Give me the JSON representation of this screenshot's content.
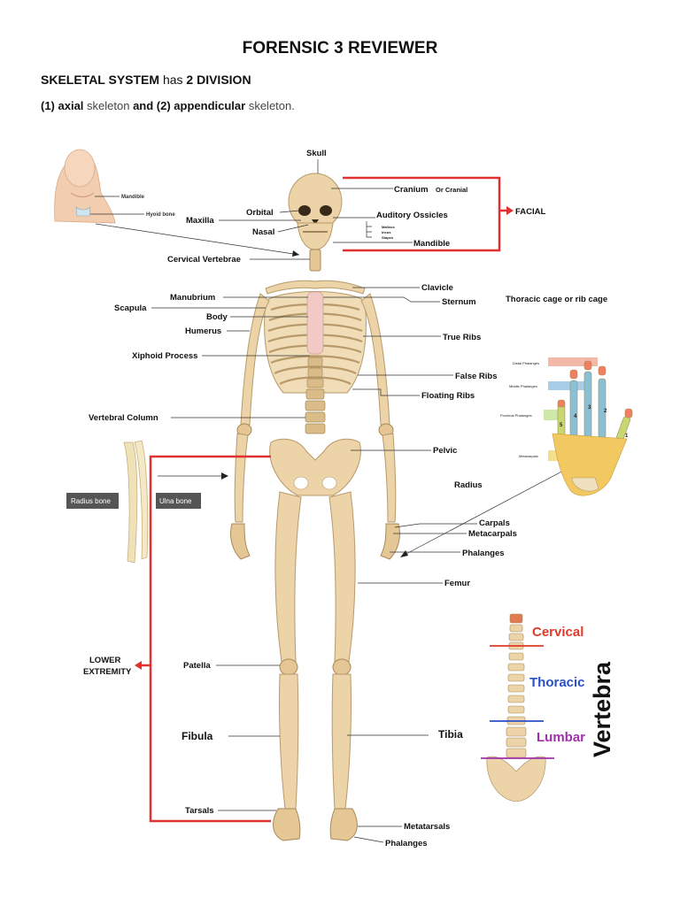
{
  "doc": {
    "title": "FORENSIC 3 REVIEWER",
    "line1": {
      "b1": "SKELETAL SYSTEM",
      "t1": " has ",
      "b2": "2 DIVISION"
    },
    "line2": {
      "b1": "(1) axial",
      "t1": " skeleton ",
      "b2": "and (2) appendicular",
      "t2": " skeleton."
    }
  },
  "figure": {
    "labels": {
      "skull": "Skull",
      "cranium": "Cranium",
      "or_cranial": "Or Cranial",
      "facial": "FACIAL",
      "orbital": "Orbital",
      "maxilla": "Maxilla",
      "nasal": "Nasal",
      "auditory_ossicles": "Auditory Ossicles",
      "malleus": "Malleus",
      "incus": "Incus",
      "stapes": "Stapes",
      "mandible": "Mandible",
      "mandible_inset": "Mandible",
      "hyoid_bone": "Hyoid bone",
      "cervical_vertebrae": "Cervical Vertebrae",
      "clavicle": "Clavicle",
      "manubrium": "Manubrium",
      "sternum": "Sternum",
      "thoracic_cage": "Thoracic cage or rib cage",
      "scapula": "Scapula",
      "body": "Body",
      "humerus": "Humerus",
      "true_ribs": "True Ribs",
      "xiphoid_process": "Xiphoid Process",
      "false_ribs": "False Ribs",
      "floating_ribs": "Floating Ribs",
      "vertebral_column": "Vertebral Column",
      "pelvic": "Pelvic",
      "radius": "Radius",
      "radius_bone": "Radius bone",
      "ulna_bone": "Ulna bone",
      "carpals": "Carpals",
      "metacarpals": "Metacarpals",
      "phalanges_hand": "Phalanges",
      "femur": "Femur",
      "lower_extremity_1": "LOWER",
      "lower_extremity_2": "EXTREMITY",
      "patella": "Patella",
      "fibula": "Fibula",
      "tibia": "Tibia",
      "tarsals": "Tarsals",
      "metatarsals": "Metatarsals",
      "phalanges_foot": "Phalanges"
    },
    "hand_inset": {
      "distal_phalanges": "Distal Phalanges",
      "middle_phalanges": "Middle Phalanges",
      "proximal_phalanges": "Proximal Phalanges",
      "metacarpals": "Metacarpals",
      "n1": "1",
      "n2": "2",
      "n3": "3",
      "n4": "4",
      "n5": "5"
    },
    "vertebra_inset": {
      "title": "Vertebra",
      "cervical": "Cervical",
      "thoracic": "Thoracic",
      "lumbar": "Lumbar",
      "colors": {
        "cervical": "#e03a2a",
        "thoracic": "#2a4fc8",
        "lumbar": "#a030a8"
      }
    }
  }
}
